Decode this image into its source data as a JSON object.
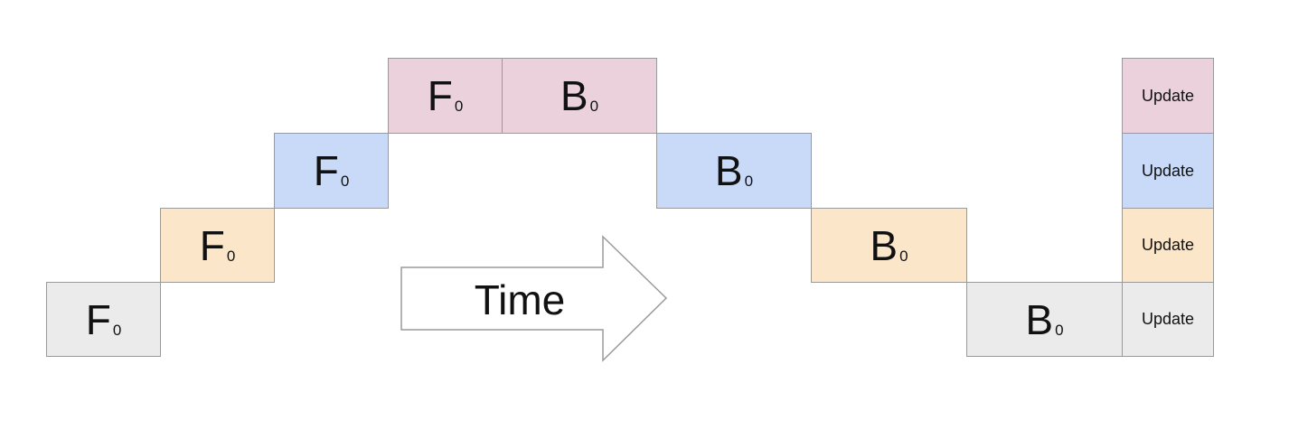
{
  "colors": {
    "stage_0": "#ebebeb",
    "stage_1": "#fce6c9",
    "stage_2": "#c9daf8",
    "stage_3": "#ead1dc",
    "border": "#9a9a9a"
  },
  "forward_label": "F",
  "backward_label": "B",
  "microbatch_index": "0",
  "update_label": "Update",
  "time_label": "Time",
  "arrow_icon": "right-arrow-icon"
}
